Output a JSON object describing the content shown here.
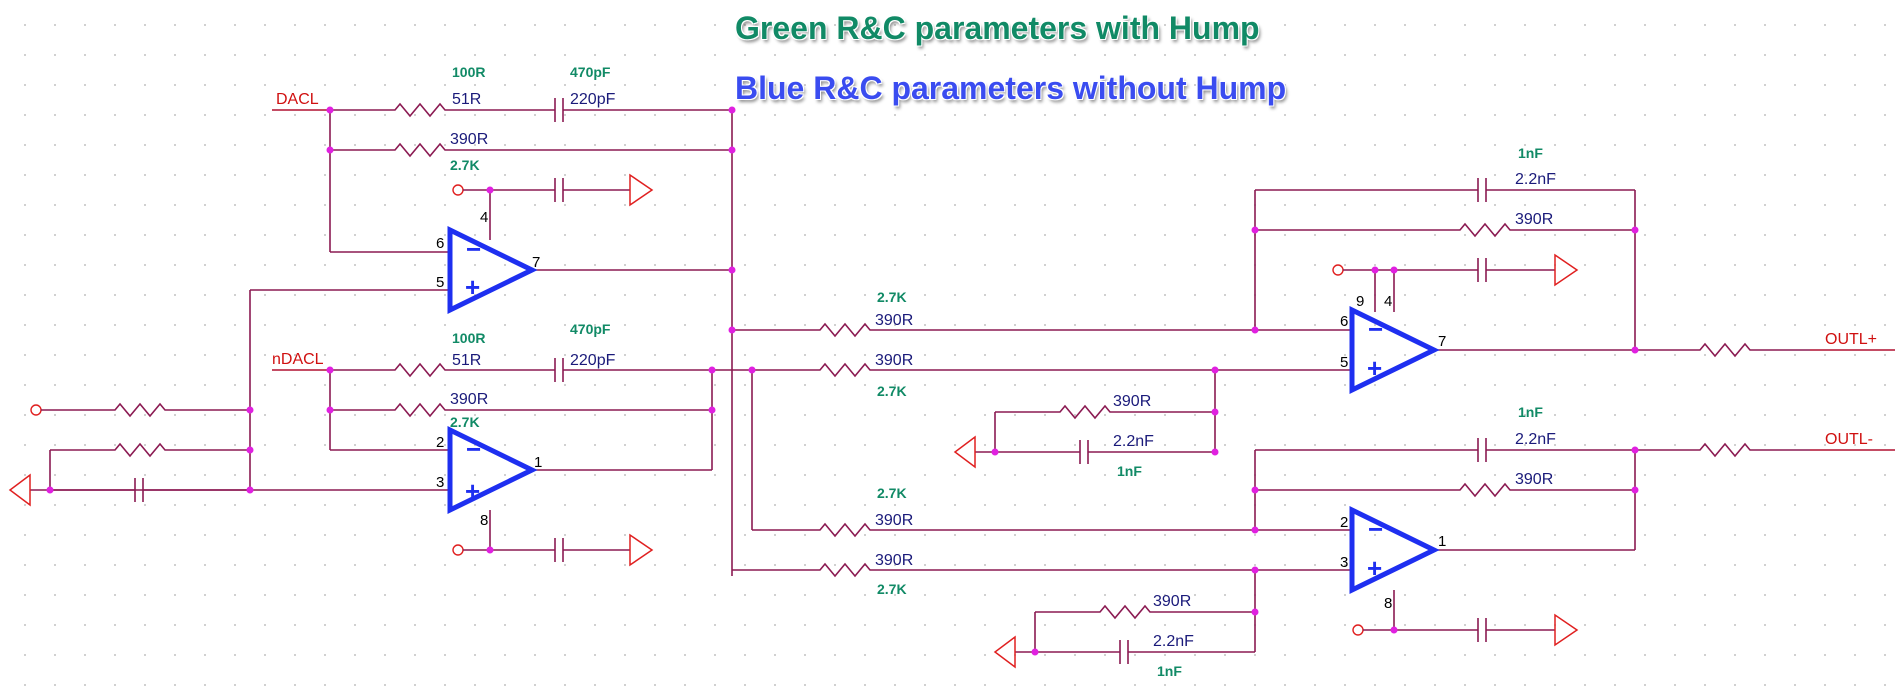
{
  "titles": {
    "green": "Green R&C parameters with Hump",
    "blue": "Blue R&C parameters without Hump"
  },
  "nets": {
    "dacl": "DACL",
    "ndacl": "nDACL",
    "outlp": "OUTL+",
    "outln": "OUTL-"
  },
  "green_tags": {
    "a100r_1": "100R",
    "a470pf_1": "470pF",
    "a27k_1": "2.7K",
    "a100r_2": "100R",
    "a470pf_2": "470pF",
    "a27k_2": "2.7K",
    "b27k_1": "2.7K",
    "b27k_2": "2.7K",
    "b27k_3": "2.7K",
    "b27k_4": "2.7K",
    "b1nf_1": "1nF",
    "b1nf_2": "1nF",
    "b1nf_3": "1nF",
    "b1nf_4": "1nF"
  },
  "blue_values": {
    "r51_1": "51R",
    "c220_1": "220pF",
    "r390_1": "390R",
    "r51_2": "51R",
    "c220_2": "220pF",
    "r390_2": "390R",
    "r390_3": "390R",
    "r390_4": "390R",
    "r390_5": "390R",
    "c22_5": "2.2nF",
    "r390_6": "390R",
    "r390_7": "390R",
    "r390_8": "390R",
    "c22_8": "2.2nF",
    "c22_9": "2.2nF",
    "r390_9": "390R",
    "c22_10": "2.2nF",
    "r390_10": "390R"
  },
  "pins": {
    "u1_p6": "6",
    "u1_p5": "5",
    "u1_p4": "4",
    "u1_p7": "7",
    "u2_p2": "2",
    "u2_p3": "3",
    "u2_p8": "8",
    "u2_p1": "1",
    "u3_p9": "9",
    "u3_p4": "4",
    "u3_p6": "6",
    "u3_p5": "5",
    "u3_p7": "7",
    "u4_p2": "2",
    "u4_p3": "3",
    "u4_p8": "8",
    "u4_p1": "1"
  },
  "symbols": {
    "minus": "−",
    "plus": "+"
  },
  "colors": {
    "green": "#118a66",
    "blue": "#3a4cf0",
    "wire": "#8b1a52",
    "opamp": "#1e2ff0",
    "junction": "#e020e0",
    "ground": "#e02020"
  }
}
